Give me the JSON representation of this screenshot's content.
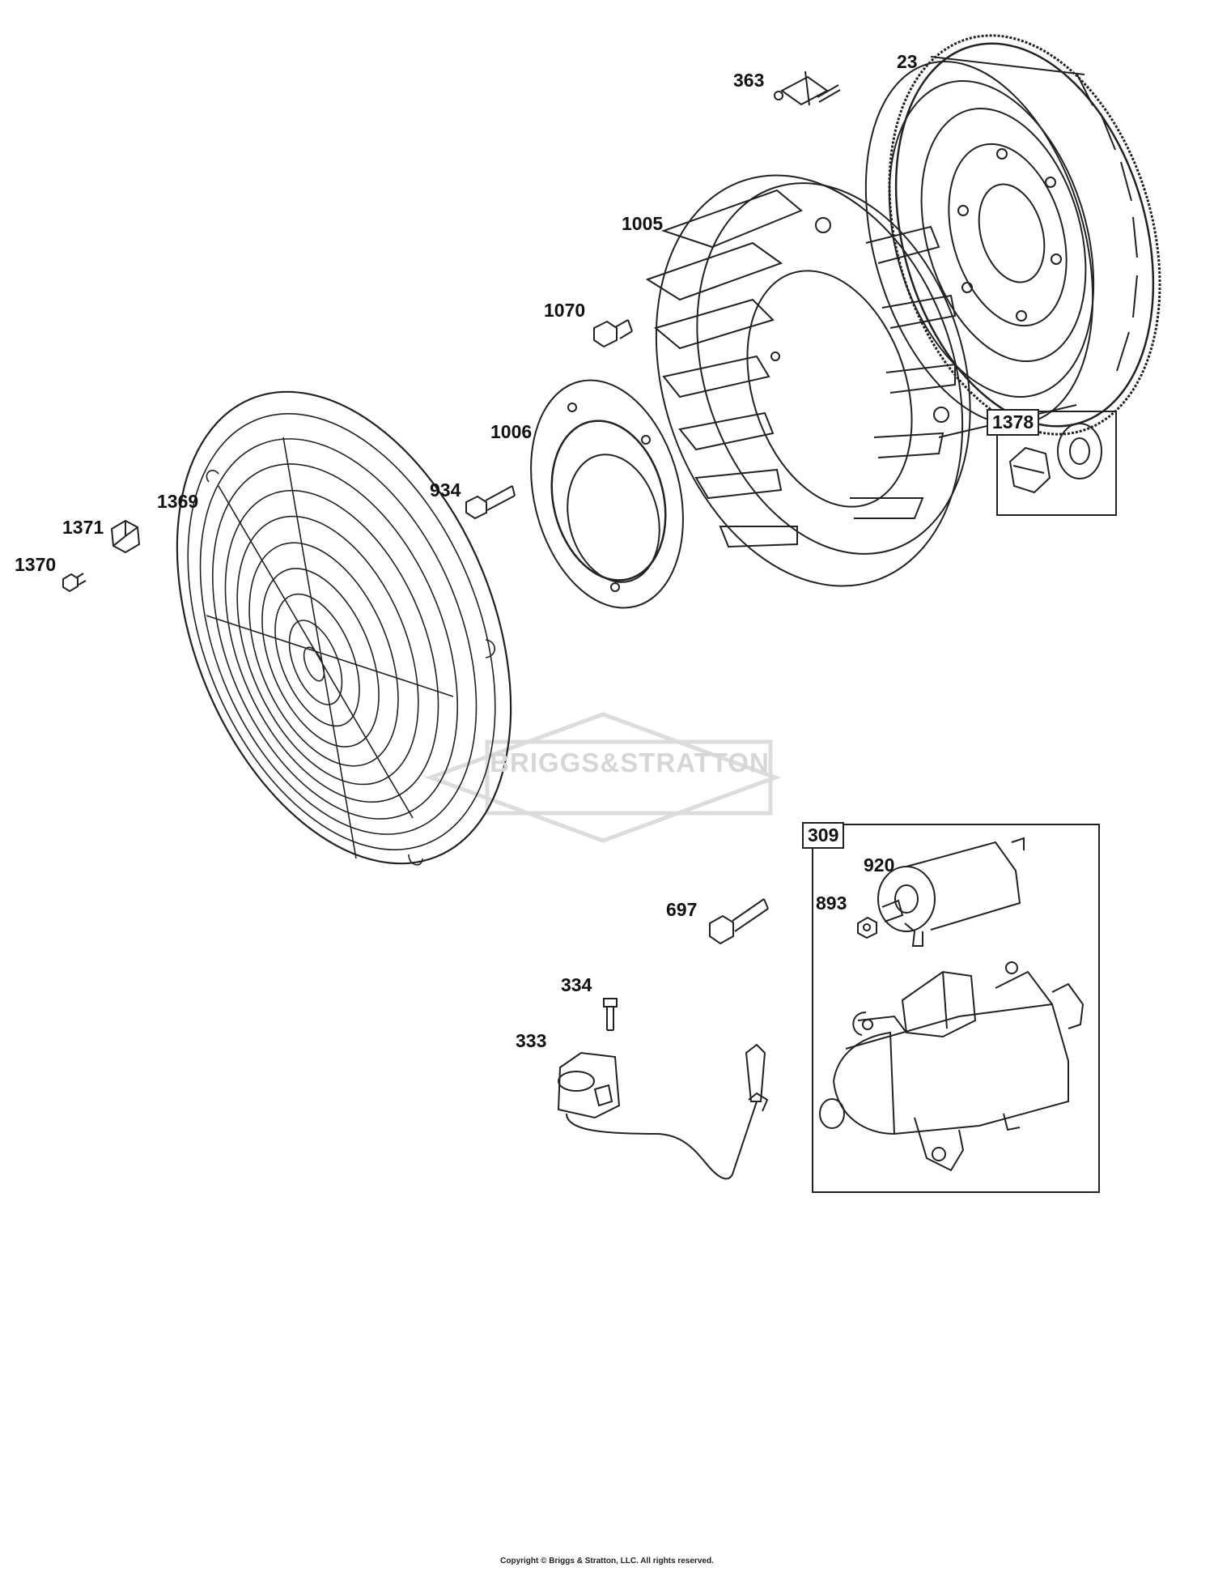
{
  "parts": [
    {
      "ref": "23"
    },
    {
      "ref": "363"
    },
    {
      "ref": "1005"
    },
    {
      "ref": "1070"
    },
    {
      "ref": "1006"
    },
    {
      "ref": "934"
    },
    {
      "ref": "1369"
    },
    {
      "ref": "1371"
    },
    {
      "ref": "1370"
    },
    {
      "ref": "697"
    },
    {
      "ref": "334"
    },
    {
      "ref": "333"
    },
    {
      "ref": "920"
    },
    {
      "ref": "893"
    }
  ],
  "kits": [
    {
      "ref": "1378"
    },
    {
      "ref": "309"
    }
  ],
  "watermark": "BRIGGS&STRATTON",
  "copyright": "Copyright © Briggs & Stratton, LLC. All rights reserved."
}
